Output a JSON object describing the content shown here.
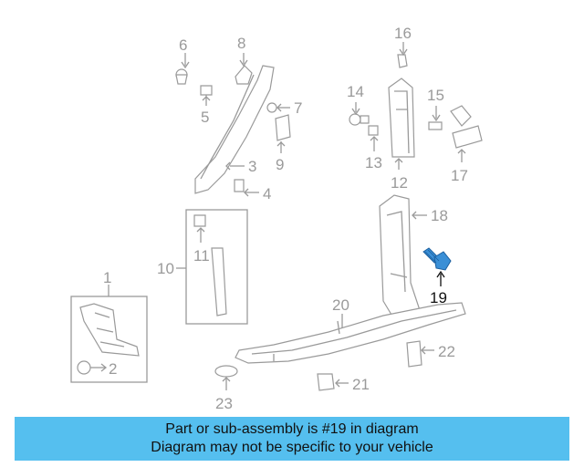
{
  "parts": [
    {
      "id": "part-1",
      "label": "1"
    },
    {
      "id": "part-2",
      "label": "2"
    },
    {
      "id": "part-3",
      "label": "3"
    },
    {
      "id": "part-4",
      "label": "4"
    },
    {
      "id": "part-5",
      "label": "5"
    },
    {
      "id": "part-6",
      "label": "6"
    },
    {
      "id": "part-7",
      "label": "7"
    },
    {
      "id": "part-8",
      "label": "8"
    },
    {
      "id": "part-9",
      "label": "9"
    },
    {
      "id": "part-10",
      "label": "10"
    },
    {
      "id": "part-11",
      "label": "11"
    },
    {
      "id": "part-12",
      "label": "12"
    },
    {
      "id": "part-13",
      "label": "13"
    },
    {
      "id": "part-14",
      "label": "14"
    },
    {
      "id": "part-15",
      "label": "15"
    },
    {
      "id": "part-16",
      "label": "16"
    },
    {
      "id": "part-17",
      "label": "17"
    },
    {
      "id": "part-18",
      "label": "18"
    },
    {
      "id": "part-19",
      "label": "19",
      "highlighted": true
    },
    {
      "id": "part-20",
      "label": "20"
    },
    {
      "id": "part-21",
      "label": "21"
    },
    {
      "id": "part-22",
      "label": "22"
    },
    {
      "id": "part-23",
      "label": "23"
    }
  ],
  "caption": {
    "line1": "Part or sub-assembly is #19 in diagram",
    "line2": "Diagram may not be specific to your vehicle"
  },
  "colors": {
    "highlight": "#3a8fd6",
    "caption_bg": "#55bfef",
    "line": "#9a9a9a"
  }
}
